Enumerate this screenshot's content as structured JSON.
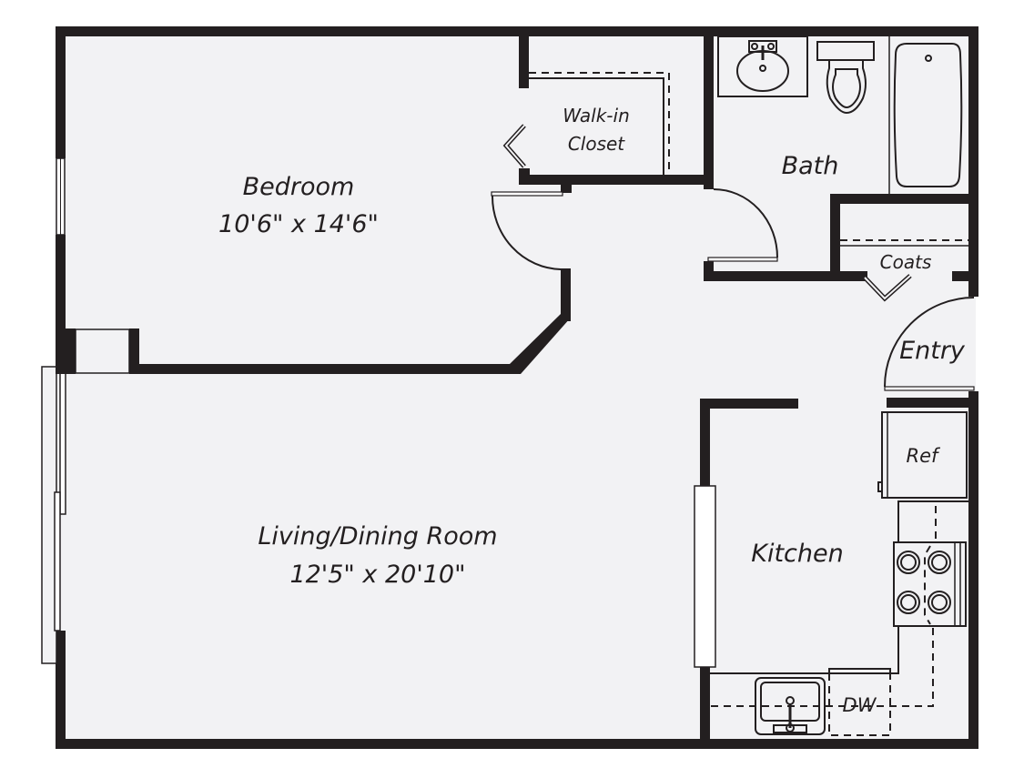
{
  "floorplan": {
    "title": "",
    "rooms": {
      "bedroom": {
        "name": "Bedroom",
        "dimensions": "10'6\" x 14'6\""
      },
      "living": {
        "name": "Living/Dining Room",
        "dimensions": "12'5\" x 20'10\""
      },
      "closet": {
        "line1": "Walk-in",
        "line2": "Closet"
      },
      "bath": {
        "name": "Bath"
      },
      "coats": {
        "name": "Coats"
      },
      "entry": {
        "name": "Entry"
      },
      "kitchen": {
        "name": "Kitchen"
      }
    },
    "appliances": {
      "refrigerator": "Ref",
      "dishwasher": "DW"
    },
    "fixtures": [
      "bathroom-sink",
      "toilet",
      "bathtub",
      "stove-4-burner",
      "kitchen-sink"
    ],
    "colors": {
      "wall": "#231f20",
      "floor": "#f2f2f4",
      "background": "#ffffff"
    }
  }
}
